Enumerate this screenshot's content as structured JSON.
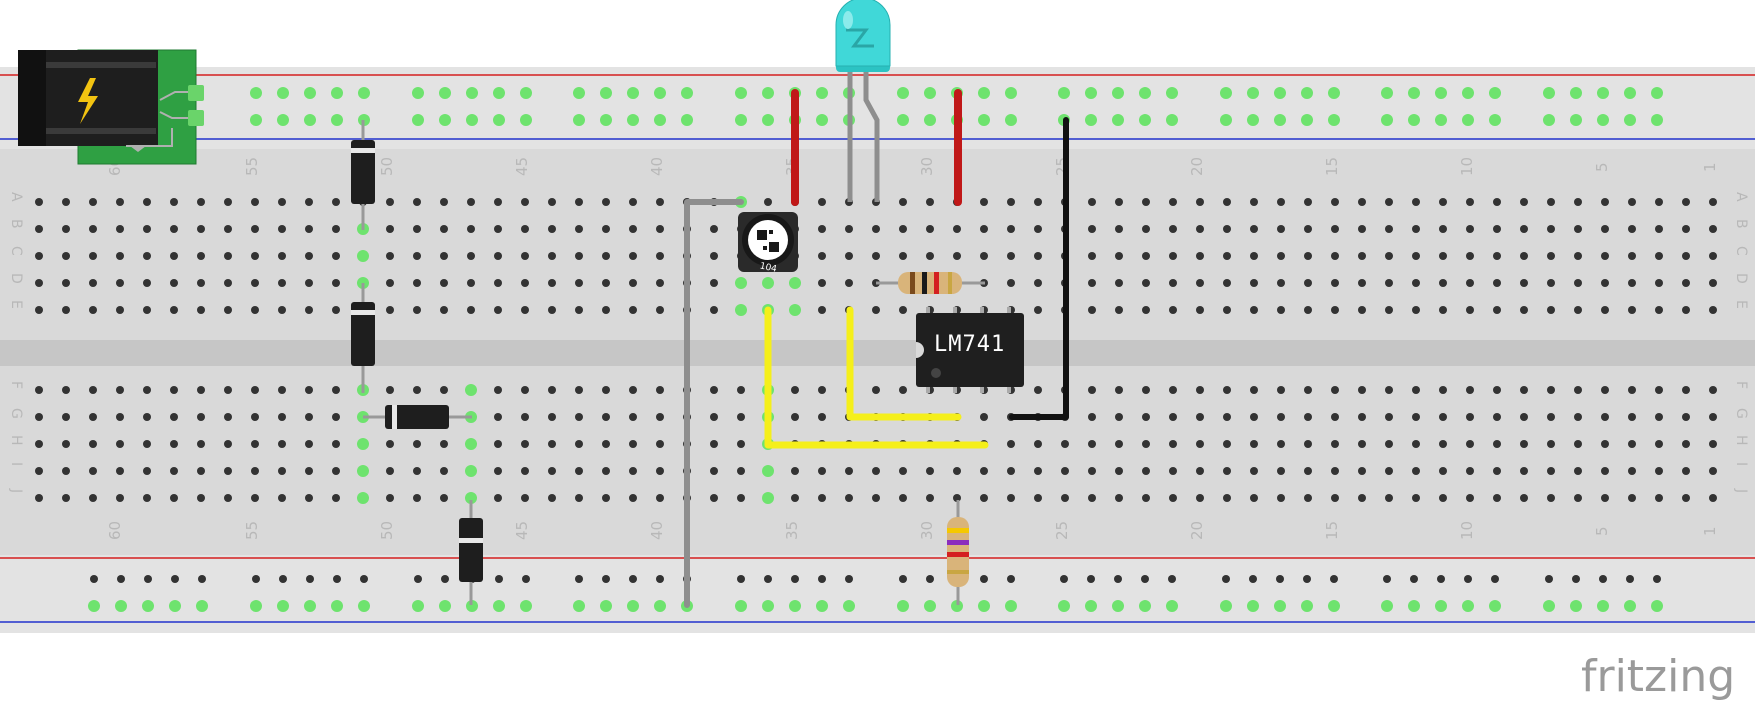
{
  "breadboard": {
    "column_numbers": [
      "60",
      "55",
      "50",
      "45",
      "40",
      "35",
      "30",
      "25",
      "20",
      "15",
      "10",
      "5",
      "1"
    ],
    "row_letters_top": [
      "A",
      "B",
      "C",
      "D",
      "E"
    ],
    "row_letters_bottom": [
      "F",
      "G",
      "H",
      "I",
      "J"
    ]
  },
  "chip": {
    "label": "LM741"
  },
  "potentiometer": {
    "label": "104"
  },
  "watermark": {
    "text": "fritzing"
  },
  "colors": {
    "board": "#d9d9d9",
    "rail_red": "#d42020",
    "rail_blue": "#2233cc",
    "hole": "#333333",
    "hole_connected": "#6ee36e",
    "wire_red": "#c01818",
    "wire_yellow": "#f5ef1a",
    "wire_gray": "#8e8e8e",
    "wire_black": "#111111",
    "led": "#40d8d8"
  }
}
